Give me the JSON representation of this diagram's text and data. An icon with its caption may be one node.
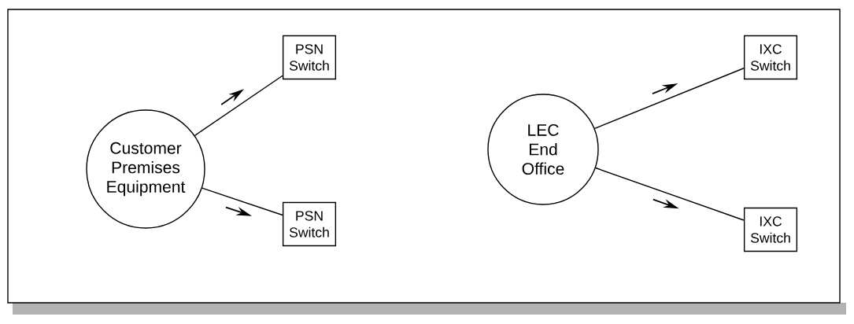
{
  "diagram": {
    "nodes": [
      {
        "text": [
          "Customer Premises Equipment"
        ]
      },
      {
        "text": [
          "PSN Switch"
        ]
      },
      {
        "text": [
          "PSN Switch"
        ]
      },
      {
        "text": [
          "LEC End Office"
        ]
      },
      {
        "text": [
          "IXC Switch"
        ]
      },
      {
        "text": [
          "IXC Switch"
        ]
      }
    ],
    "edges": [
      {
        "from": 0,
        "to": 1,
        "arrow": "none"
      },
      {
        "from": 0,
        "to": 2,
        "arrow": "none"
      },
      {
        "from": 3,
        "to": 4,
        "arrow": "none"
      },
      {
        "from": 3,
        "to": 5,
        "arrow": "none"
      }
    ]
  }
}
